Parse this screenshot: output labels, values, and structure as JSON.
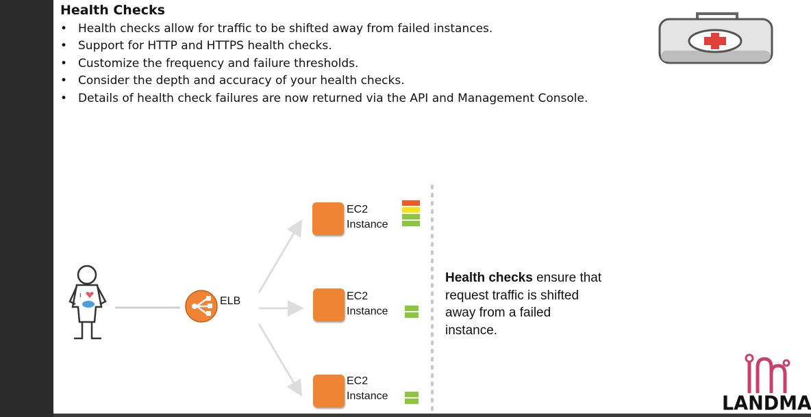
{
  "slide": {
    "title": "Health Checks",
    "bullets": [
      "Health checks allow for traffic to be shifted away  from failed instances.",
      "Support for HTTP and HTTPS health checks.",
      "Customize the frequency and failure thresholds.",
      "Consider the depth and accuracy of your health checks.",
      "Details of health check failures are now returned  via the API and Management Console."
    ]
  },
  "diagram": {
    "elb_label": "ELB",
    "user_shirt_text": "I",
    "instances": [
      {
        "line1": "EC2",
        "line2": "Instance",
        "status_bars": [
          "#f15a24",
          "#f7e11b",
          "#8cc63f",
          "#8cc63f"
        ]
      },
      {
        "line1": "EC2",
        "line2": "Instance",
        "status_bars": [
          "#8cc63f",
          "#8cc63f"
        ]
      },
      {
        "line1": "EC2",
        "line2": "Instance",
        "status_bars": [
          "#8cc63f",
          "#8cc63f"
        ]
      }
    ],
    "callout_bold": "Health checks",
    "callout_rest": " ensure that request traffic is shifted away from a failed instance."
  },
  "logo": {
    "text": "LANDMAR"
  },
  "colors": {
    "ec2_orange": "#ee8434",
    "elb_orange": "#ee8434",
    "kit_red": "#e0403a",
    "logo_pink": "#c9416b"
  }
}
